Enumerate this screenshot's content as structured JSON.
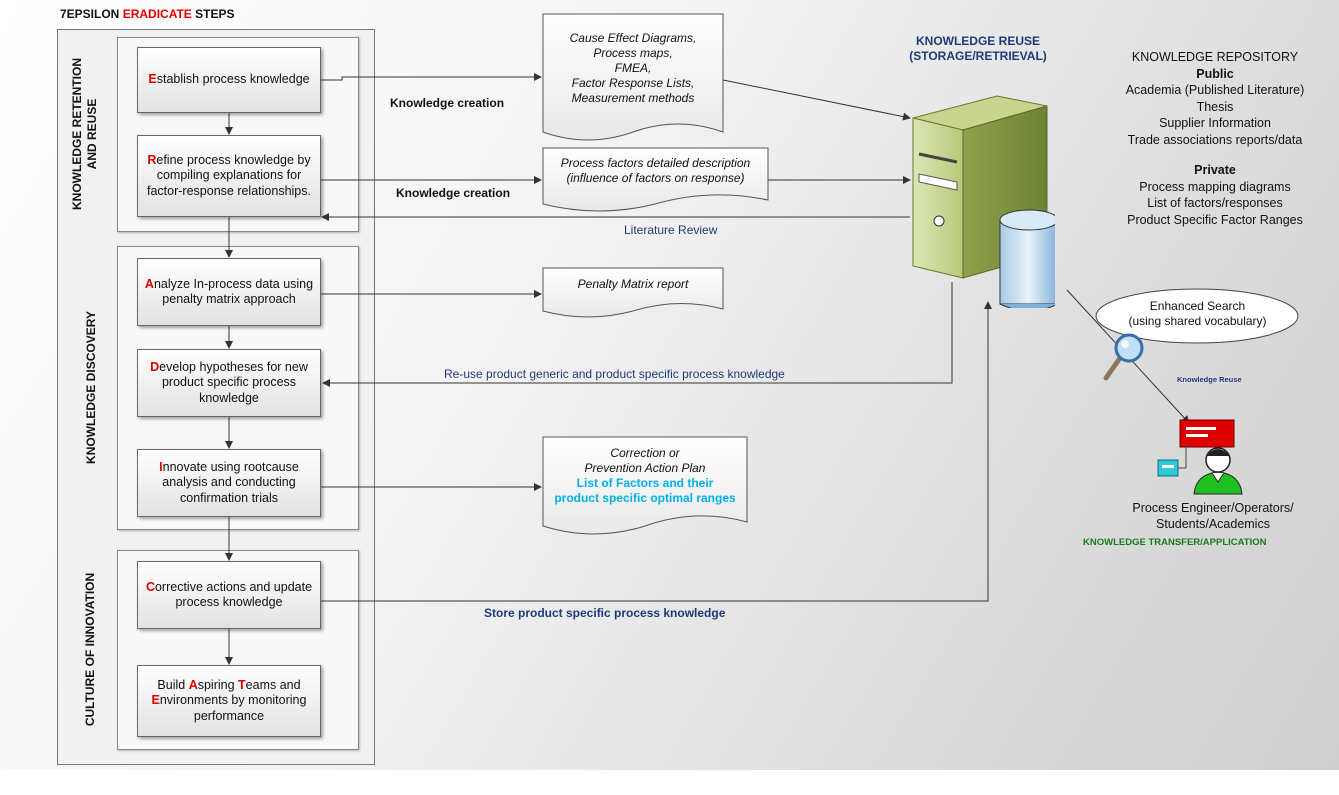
{
  "title": {
    "prefix": "7EPSILON ",
    "highlight": "ERADICATE",
    "suffix": " STEPS"
  },
  "colors": {
    "highlight_red": "#e00000",
    "link_blue": "#1f3a7a",
    "list_cyan": "#00b0e6",
    "transfer_green": "#1a7a1a",
    "server_green": "#b8c978",
    "cylinder_blue": "#7fb0d8"
  },
  "groups": [
    {
      "label_line1": "KNOWLEDGE RETENTION",
      "label_line2": "AND REUSE"
    },
    {
      "label_line1": "KNOWLEDGE DISCOVERY"
    },
    {
      "label_line1": "CULTURE OF INNOVATION"
    }
  ],
  "steps": [
    {
      "letter": "E",
      "text": "stablish process knowledge"
    },
    {
      "letter": "R",
      "text": "efine process knowledge by compiling explanations for factor-response relationships."
    },
    {
      "letter": "A",
      "text": "nalyze In-process data using penalty matrix approach"
    },
    {
      "letter": "D",
      "text": "evelop hypotheses for new product specific process knowledge"
    },
    {
      "letter": "I",
      "text": "nnovate using rootcause analysis and conducting confirmation trials"
    },
    {
      "letter": "C",
      "text": "orrective actions and update process knowledge"
    },
    {
      "pre": "Build ",
      "l1": "A",
      "t1": "spiring ",
      "l2": "T",
      "t2": "eams and ",
      "l3": "E",
      "t3": "nvironments by monitoring performance"
    }
  ],
  "documents": {
    "doc1": [
      "Cause Effect Diagrams,",
      "Process maps,",
      "FMEA,",
      "Factor Response Lists,",
      "Measurement methods"
    ],
    "doc2": [
      "Process factors detailed description",
      "(influence of factors on response)"
    ],
    "doc3": [
      "Penalty Matrix report"
    ],
    "doc4": {
      "line1": "Correction or",
      "line2": "Prevention Action Plan",
      "highlight1": "List of Factors and their",
      "highlight2": "product specific optimal ranges"
    }
  },
  "labels": {
    "knowledge_creation_1": "Knowledge creation",
    "knowledge_creation_2": "Knowledge creation",
    "literature_review": "Literature Review",
    "reuse": "Re-use product generic and product specific process knowledge",
    "store": "Store product specific process knowledge",
    "knowledge_reuse_header_1": "KNOWLEDGE REUSE",
    "knowledge_reuse_header_2": "(STORAGE/RETRIEVAL)",
    "search_1": "Enhanced Search",
    "search_2": "(using shared vocabulary)",
    "knowledge_reuse_small": "Knowledge Reuse",
    "users_1": "Process Engineer/Operators/",
    "users_2": "Students/Academics",
    "transfer": "KNOWLEDGE TRANSFER/APPLICATION"
  },
  "repository": {
    "title": "KNOWLEDGE REPOSITORY",
    "public_header": "Public",
    "public_items": [
      "Academia (Published Literature)",
      "Thesis",
      "Supplier Information",
      "Trade associations reports/data"
    ],
    "private_header": "Private",
    "private_items": [
      "Process mapping diagrams",
      "List of factors/responses",
      "Product Specific Factor Ranges"
    ]
  }
}
